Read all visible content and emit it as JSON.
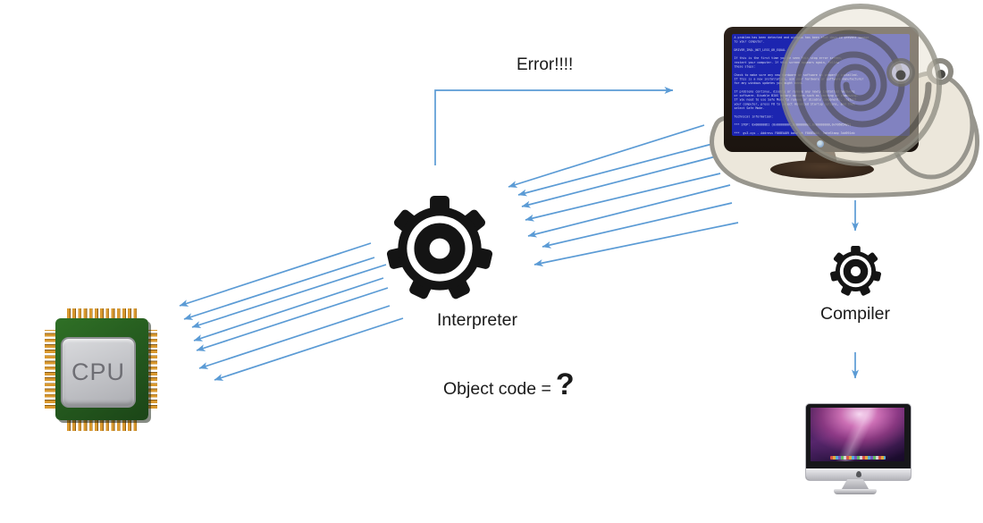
{
  "labels": {
    "error": "Error!!!!",
    "interpreter": "Interpreter",
    "compiler": "Compiler",
    "object_code_prefix": "Object code = ",
    "object_code_question": "?",
    "cpu": "CPU"
  },
  "bsod_screen": {
    "lines": [
      "A problem has been detected and windows has been shut down to prevent damage",
      "to your computer.",
      "",
      "DRIVER_IRQL_NOT_LESS_OR_EQUAL",
      "",
      "If this is the first time you've seen this stop error screen,",
      "restart your computer. If this screen appears again, follow",
      "these steps:",
      "",
      "Check to make sure any new hardware or software is properly installed.",
      "If this is a new installation, ask your hardware or software manufacturer",
      "for any windows updates you might need.",
      "",
      "If problems continue, disable or remove any newly installed hardware",
      "or software. Disable BIOS memory options such as caching or shadowing.",
      "If you need to use Safe Mode to remove or disable components, restart",
      "your computer, press F8 to select Advanced Startup options, and then",
      "select Safe Mode.",
      "",
      "Technical information:",
      "",
      "*** STOP: 0x000000D1 (0x0000000C,0x00000002,0x00000000,0xF86B5A89)",
      "",
      "***  gv3.sys - Address F86B5A89 base at F86B5000, DateStamp 3dd991eb"
    ]
  },
  "icons": {
    "interpreter": "gear-icon",
    "compiler": "gear-icon",
    "cpu": "cpu-chip-icon",
    "crashed_computer": "bsod-monitor-snail-icon",
    "compiled_computer": "imac-icon"
  },
  "arrow_groups": {
    "monitor_to_interpreter_count": 7,
    "interpreter_to_cpu_count": 7,
    "error_elbow_arrow": "interpreter to monitor",
    "monitor_to_compiler": 1,
    "compiler_to_imac": 1
  },
  "colors": {
    "arrow": "#5B9BD5",
    "gear": "#141414",
    "bsod_background": "#1C25B0",
    "bsod_text": "#D8DCF2",
    "cpu_board": "#2A6322",
    "cpu_pins": "#D9992F",
    "cpu_die": "#C8C9CD",
    "snail_body": "#ECE7DB",
    "snail_outline": "#98968E",
    "text": "#1A1A1A"
  }
}
